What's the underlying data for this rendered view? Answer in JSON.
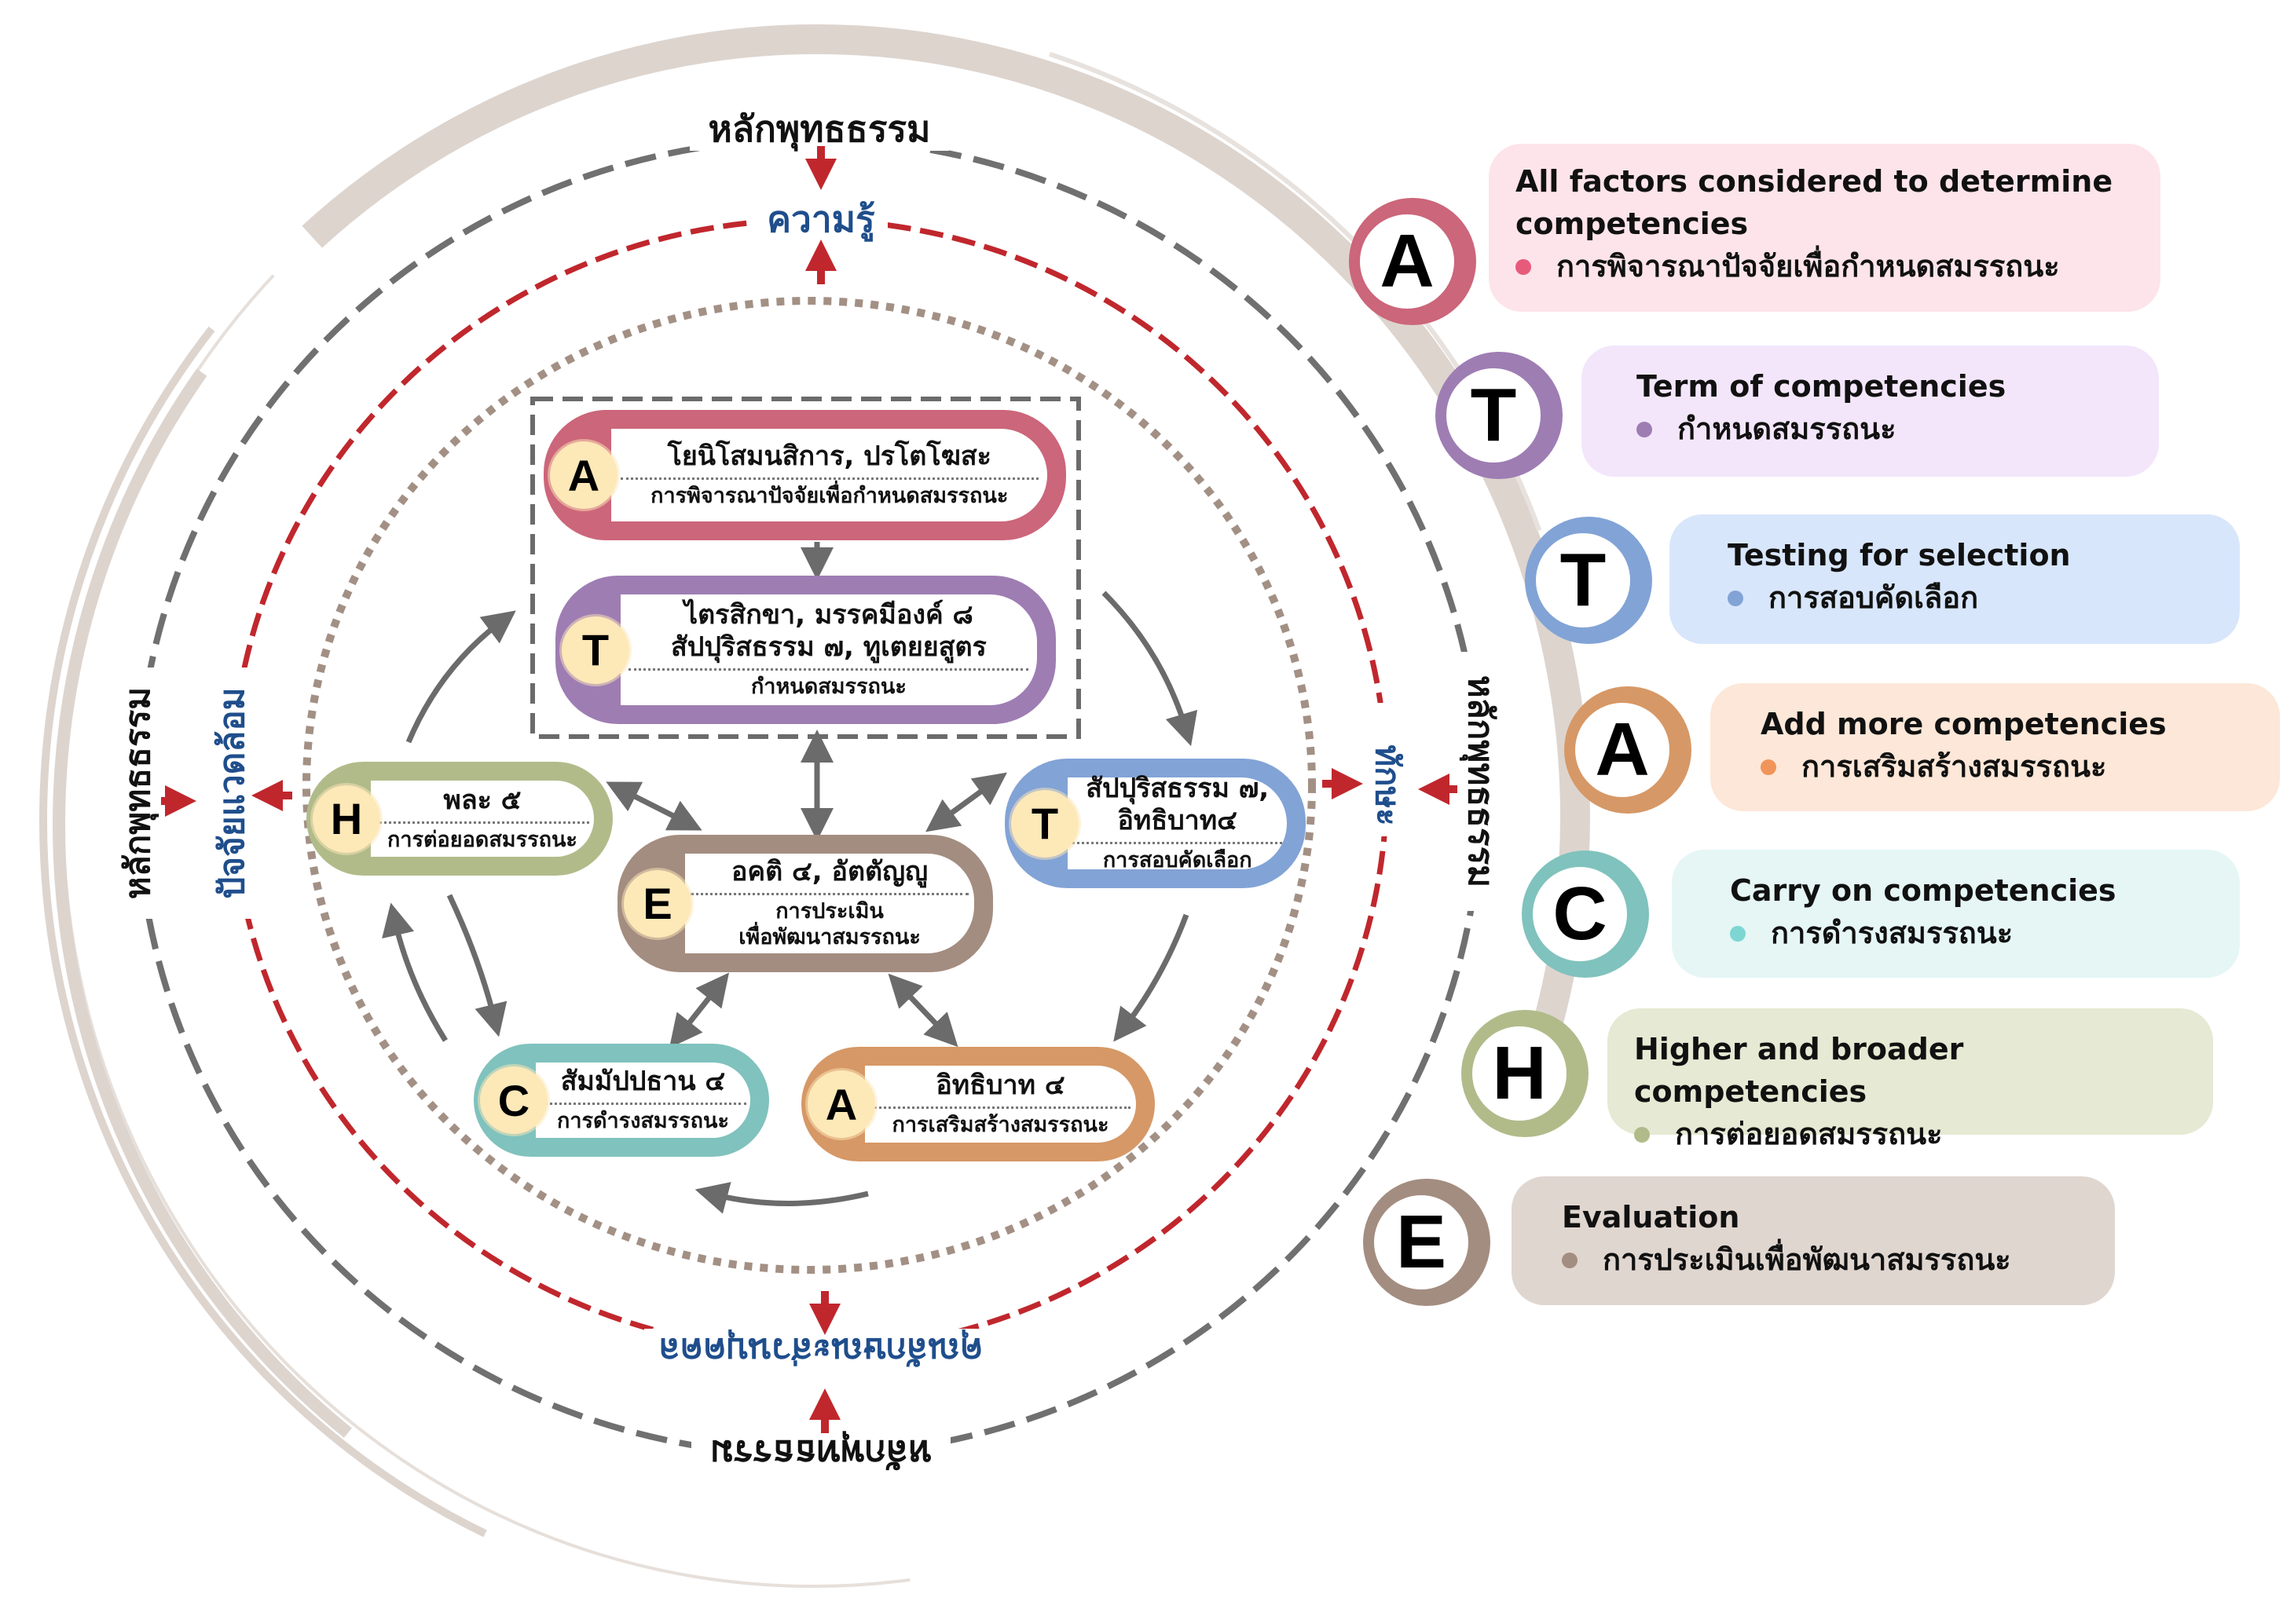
{
  "rings": {
    "outer_label": "หลักพุทธธรรม",
    "knowledge": "ความรู้",
    "skills": "ทักษะ",
    "environment": "ปัจจัยแวดล้อม",
    "attributes": "คุณลักษณะส่วนบุคคล"
  },
  "colors": {
    "outer_dash": "#707070",
    "red_dash": "#c0272d",
    "dotted_ring": "#a39085",
    "label_blue": "#1f4e8c",
    "brush_rim": "#ddd4ce",
    "arrow_gray": "#6b6b6b"
  },
  "center_boxes": [
    {
      "id": "a-top",
      "letter": "A",
      "title": "โยนิโสมนสิการ, ปรโตโฆสะ",
      "subtitle": "การพิจารณาปัจจัยเพื่อกำหนดสมรรถนะ",
      "color": "#cc667a"
    },
    {
      "id": "t-top",
      "letter": "T",
      "title": "ไตรสิกขา,  มรรคมีองค์ ๘\nสัปปุริสธรรม ๗, ทูเตยยสูตร",
      "subtitle": "กำหนดสมรรถนะ",
      "color": "#9e7db3"
    },
    {
      "id": "t-right",
      "letter": "T",
      "title": "สัปปุริสธรรม ๗,\nอิทธิบาท๔",
      "subtitle": "การสอบคัดเลือก",
      "color": "#82a3d6"
    },
    {
      "id": "a-bottom",
      "letter": "A",
      "title": "อิทธิบาท ๔",
      "subtitle": "การเสริมสร้างสมรรถนะ",
      "color": "#d69866"
    },
    {
      "id": "c-bottom",
      "letter": "C",
      "title": "สัมมัปปธาน ๔",
      "subtitle": "การดำรงสมรรถนะ",
      "color": "#80c2bd"
    },
    {
      "id": "h-left",
      "letter": "H",
      "title": "พละ ๕",
      "subtitle": "การต่อยอดสมรรถนะ",
      "color": "#b1bb8a"
    },
    {
      "id": "e-center",
      "letter": "E",
      "title": "อคติ ๔, อัตตัญญู",
      "subtitle": "การประเมิน\nเพื่อพัฒนาสมรรถนะ",
      "color": "#a38d80"
    }
  ],
  "legend": [
    {
      "letter": "A",
      "english": "All factors considered to determine competencies",
      "thai": "การพิจารณาปัจจัยเพื่อกำหนดสมรรถนะ",
      "ring_color": "#cc667a",
      "bg_color": "#fde4ea",
      "dot_color": "#e85a7a"
    },
    {
      "letter": "T",
      "english": "Term of competencies",
      "thai": "กำหนดสมรรถนะ",
      "ring_color": "#9e7db3",
      "bg_color": "#f3e6fb",
      "dot_color": "#9e7db3"
    },
    {
      "letter": "T",
      "english": "Testing for selection",
      "thai": "การสอบคัดเลือก",
      "ring_color": "#82a3d6",
      "bg_color": "#d8e6fb",
      "dot_color": "#82a3d6"
    },
    {
      "letter": "A",
      "english": "Add more competencies",
      "thai": "การเสริมสร้างสมรรถนะ",
      "ring_color": "#d69866",
      "bg_color": "#fde7d8",
      "dot_color": "#f0945a"
    },
    {
      "letter": "C",
      "english": "Carry on competencies",
      "thai": "การดำรงสมรรถนะ",
      "ring_color": "#80c2bd",
      "bg_color": "#e5f6f5",
      "dot_color": "#7dd6d2"
    },
    {
      "letter": "H",
      "english": "Higher and broader competencies",
      "thai": "การต่อยอดสมรรถนะ",
      "ring_color": "#b1bb8a",
      "bg_color": "#e6e9d3",
      "dot_color": "#b1bb8a"
    },
    {
      "letter": "E",
      "english": "Evaluation",
      "thai": "การประเมินเพื่อพัฒนาสมรรถนะ",
      "ring_color": "#a38d80",
      "bg_color": "#e0d6d0",
      "dot_color": "#a38d80"
    }
  ]
}
